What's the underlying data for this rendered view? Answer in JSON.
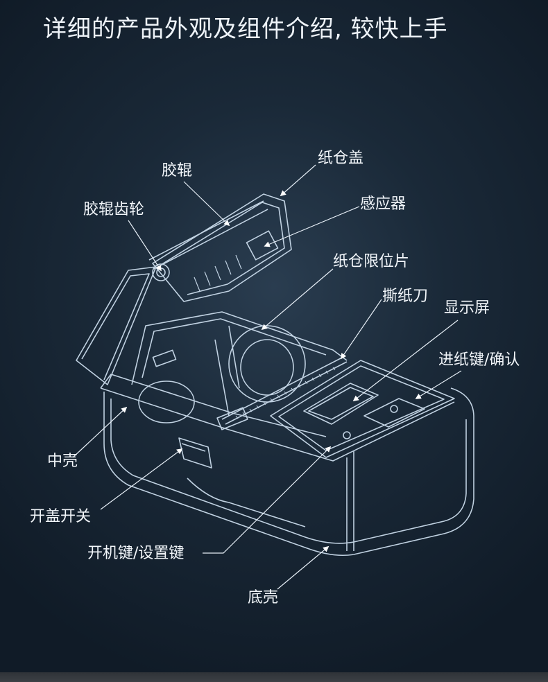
{
  "page": {
    "title": "详细的产品外观及组件介绍, 较快上手"
  },
  "colors": {
    "background_center": "#2a3d50",
    "background_edge": "#101b27",
    "outline": "#cfe0f0",
    "callout_line": "#e6eef6"
  },
  "diagram": {
    "subject": "portable-thermal-label-printer-opened",
    "callouts": {
      "rubber_roller": "胶辊",
      "roller_gear": "胶辊齿轮",
      "paper_cover": "纸仓盖",
      "sensor": "感应器",
      "paper_limiter": "纸仓限位片",
      "tear_blade": "撕纸刀",
      "display_screen": "显示屏",
      "feed_confirm_key": "进纸键/确认",
      "middle_shell": "中壳",
      "cover_switch": "开盖开关",
      "power_setting_key": "开机键/设置键",
      "bottom_shell": "底壳"
    }
  }
}
